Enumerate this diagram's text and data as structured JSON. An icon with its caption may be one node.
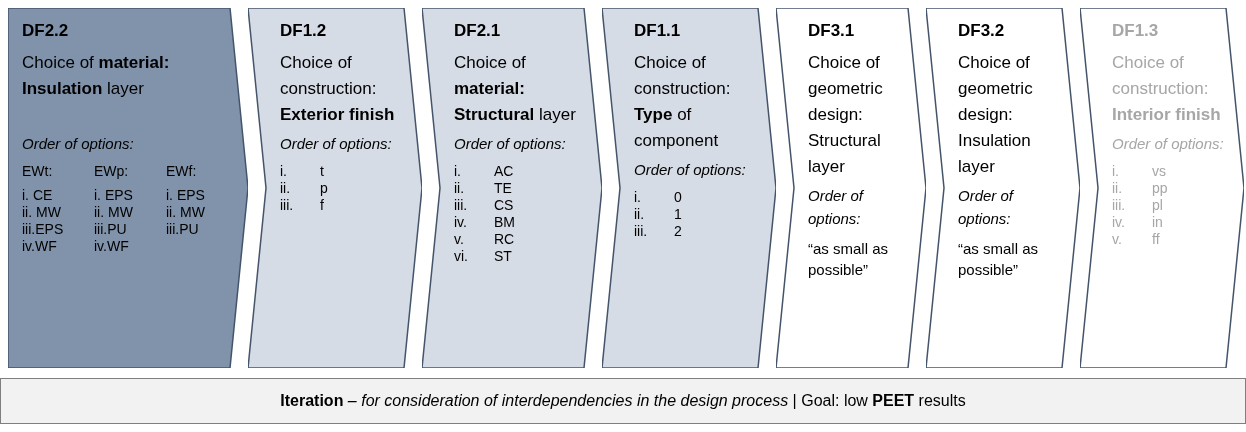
{
  "diagram": {
    "nodes": [
      {
        "text": [
          "DF2.2",
          "Choice of **material: Insulation** layer",
          "Order of options:",
          "EWt:",
          "i. CE",
          "ii. MW",
          "iii.EPS",
          "iv.WF",
          "EWp:",
          "i. EPS",
          "ii. MW",
          "iii.PU",
          "iv.WF",
          "EWf:",
          "i. EPS",
          "ii. MW",
          "iii.PU"
        ]
      },
      {
        "text": [
          "DF1.2",
          "Choice of construction: **Exterior finish**",
          "Order of options:",
          "i.",
          "t",
          "ii.",
          "p",
          "iii.",
          "f"
        ]
      },
      {
        "text": [
          "DF2.1",
          "Choice of **material: Structural** layer",
          "Order of options:",
          "i.",
          "AC",
          "ii.",
          "TE",
          "iii.",
          "CS",
          "iv.",
          "BM",
          "v.",
          "RC",
          "vi.",
          "ST"
        ]
      },
      {
        "text": [
          "DF1.1",
          "Choice of construction: **Type** of component",
          "Order of options:",
          "i.",
          "0",
          "ii.",
          "1",
          "iii.",
          "2"
        ]
      },
      {
        "text": [
          "DF3.1",
          "Choice of geometric design: Structural layer",
          "Order of options:",
          "“as small as possible”"
        ]
      },
      {
        "text": [
          "DF3.2",
          "Choice of geometric design: Insulation layer",
          "Order of options:",
          "“as small as possible”"
        ]
      },
      {
        "text": [
          "DF1.3",
          "Choice of construction: **Interior finish**",
          "Order of options:",
          "i.",
          "vs",
          "ii.",
          "pp",
          "iii.",
          "pl",
          "iv.",
          "in",
          "v.",
          "ff"
        ]
      },
      {
        "text": [
          "**Iteration** *– for consideration of interdependencies in the design process* | Goal: low **PEET** results"
        ]
      }
    ]
  }
}
